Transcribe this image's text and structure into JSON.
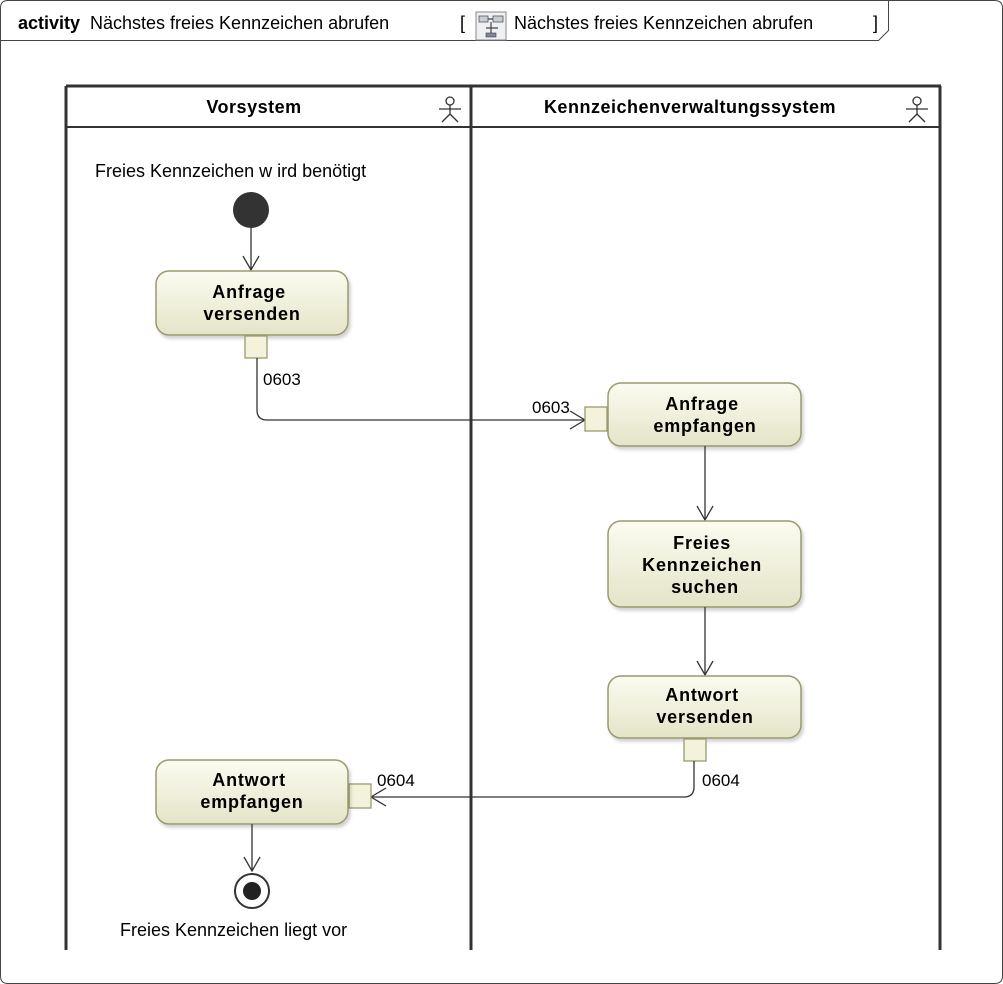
{
  "frame": {
    "keyword": "activity",
    "title": "Nächstes freies Kennzeichen abrufen",
    "bracket_open": "[",
    "ref_name": "Nächstes freies Kennzeichen abrufen",
    "bracket_close": "]"
  },
  "lanes": [
    {
      "name": "Vorsystem",
      "icon": "actor-icon"
    },
    {
      "name": "Kennzeichenverwaltungssystem",
      "icon": "actor-icon"
    }
  ],
  "nodes": {
    "initial_label": "Freies Kennzeichen w ird benötigt",
    "final_label": "Freies Kennzeichen liegt vor"
  },
  "actions": [
    {
      "id": "anfrage-versenden",
      "lines": [
        "Anfrage",
        "versenden"
      ]
    },
    {
      "id": "anfrage-empfangen",
      "lines": [
        "Anfrage",
        "empfangen"
      ]
    },
    {
      "id": "freies-kennzeichen-suchen",
      "lines": [
        "Freies",
        "Kennzeichen",
        "suchen"
      ]
    },
    {
      "id": "antwort-versenden",
      "lines": [
        "Antwort",
        "versenden"
      ]
    },
    {
      "id": "antwort-empfangen",
      "lines": [
        "Antwort",
        "empfangen"
      ]
    }
  ],
  "pins": {
    "out_0603": "0603",
    "in_0603": "0603",
    "out_0604": "0604",
    "in_0604": "0604"
  },
  "colors": {
    "action_fill_top": "#fbfbf0",
    "action_fill_bottom": "#e4e4c8",
    "action_stroke": "#9a9a6e",
    "pin_fill": "#f3f3dc",
    "lane_stroke": "#333333",
    "initial_node": "#333333"
  }
}
